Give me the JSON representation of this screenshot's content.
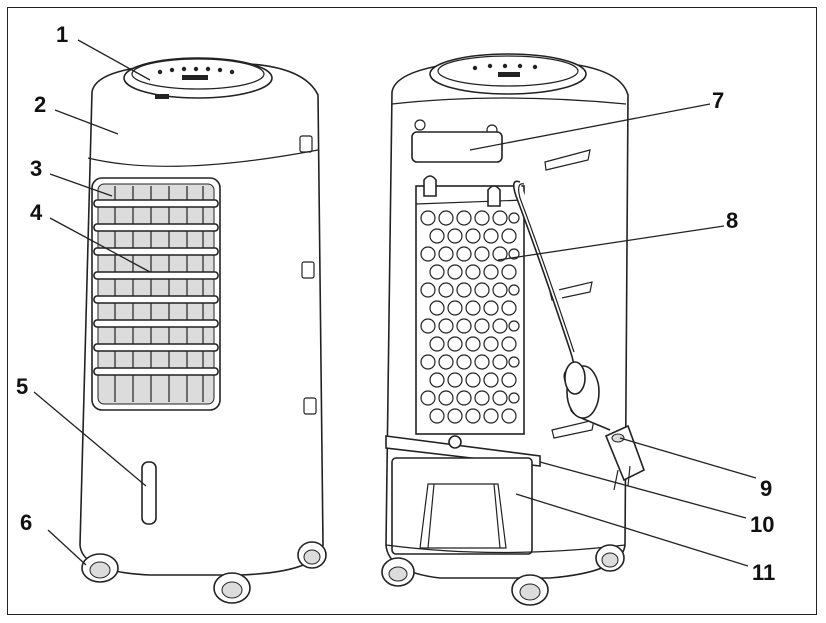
{
  "callouts": [
    {
      "label": "1"
    },
    {
      "label": "2"
    },
    {
      "label": "3"
    },
    {
      "label": "4"
    },
    {
      "label": "5"
    },
    {
      "label": "6"
    },
    {
      "label": "7"
    },
    {
      "label": "8"
    },
    {
      "label": "9"
    },
    {
      "label": "10"
    },
    {
      "label": "11"
    }
  ],
  "colors": {
    "line": "#222222",
    "background": "#ffffff",
    "shade": "#dcdcdc"
  }
}
